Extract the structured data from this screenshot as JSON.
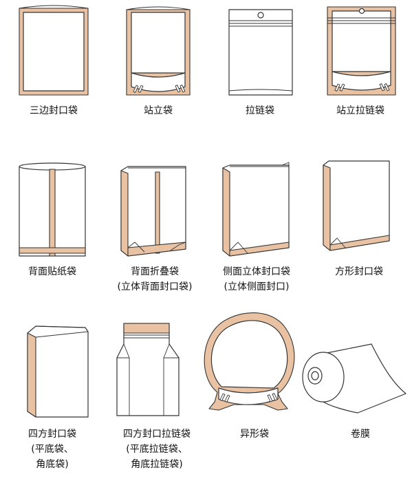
{
  "colors": {
    "kraft": "#e8c2a2",
    "outline": "#333333",
    "background": "#ffffff"
  },
  "items": [
    {
      "id": "three-side-seal-bag",
      "lines": [
        "三边封口袋"
      ]
    },
    {
      "id": "stand-up-bag",
      "lines": [
        "站立袋"
      ]
    },
    {
      "id": "zipper-bag",
      "lines": [
        "拉链袋"
      ]
    },
    {
      "id": "stand-up-zipper-bag",
      "lines": [
        "站立拉链袋"
      ]
    },
    {
      "id": "back-seal-bag",
      "lines": [
        "背面贴纸袋"
      ]
    },
    {
      "id": "back-fold-bag",
      "lines": [
        "背面折叠袋",
        "(立体背面封口袋)"
      ]
    },
    {
      "id": "side-gusset-bag",
      "lines": [
        "侧面立体封口袋",
        "(立体侧面封口)"
      ]
    },
    {
      "id": "square-seal-bag",
      "lines": [
        "方形封口袋"
      ]
    },
    {
      "id": "quad-seal-bag",
      "lines": [
        "四方封口袋",
        "(平底袋、",
        "角底袋)"
      ]
    },
    {
      "id": "quad-seal-zipper-bag",
      "lines": [
        "四方封口拉链袋",
        "(平底拉链袋、",
        "角底拉链袋)"
      ]
    },
    {
      "id": "shaped-bag",
      "lines": [
        "异形袋"
      ]
    },
    {
      "id": "roll-film",
      "lines": [
        "卷膜"
      ]
    }
  ]
}
